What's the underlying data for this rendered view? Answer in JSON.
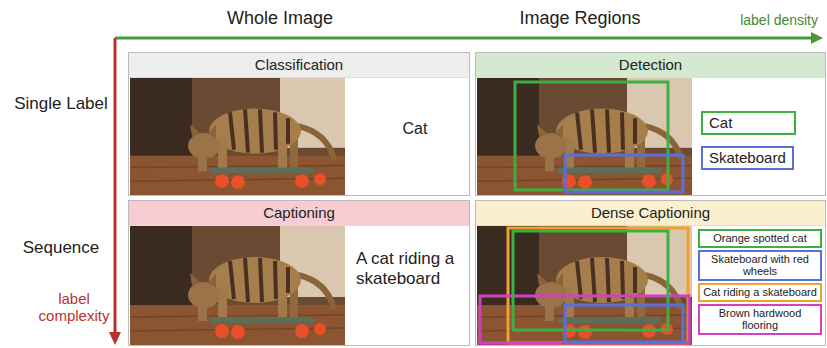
{
  "diagram": {
    "nodes": [
      {
        "text": [
          "Classification",
          "Cat"
        ]
      },
      {
        "text": [
          "Detection"
        ]
      },
      {
        "text": [
          "Cat"
        ],
        "in": 1
      },
      {
        "text": [
          "Skateboard"
        ],
        "in": 1
      },
      {
        "text": [
          "Captioning",
          "A cat riding a skateboard"
        ]
      },
      {
        "text": [
          "Dense Captioning"
        ]
      },
      {
        "text": [
          "Orange spotted cat"
        ],
        "in": 5
      },
      {
        "text": [
          "Skateboard with red wheels"
        ],
        "in": 5
      },
      {
        "text": [
          "Cat riding a skateboard"
        ],
        "in": 5
      },
      {
        "text": [
          "Brown hardwood flooring"
        ],
        "in": 5
      }
    ],
    "labels": [
      "Whole Image",
      "Image Regions",
      "label density",
      "Single Label",
      "Sequence",
      "label complexity"
    ]
  }
}
